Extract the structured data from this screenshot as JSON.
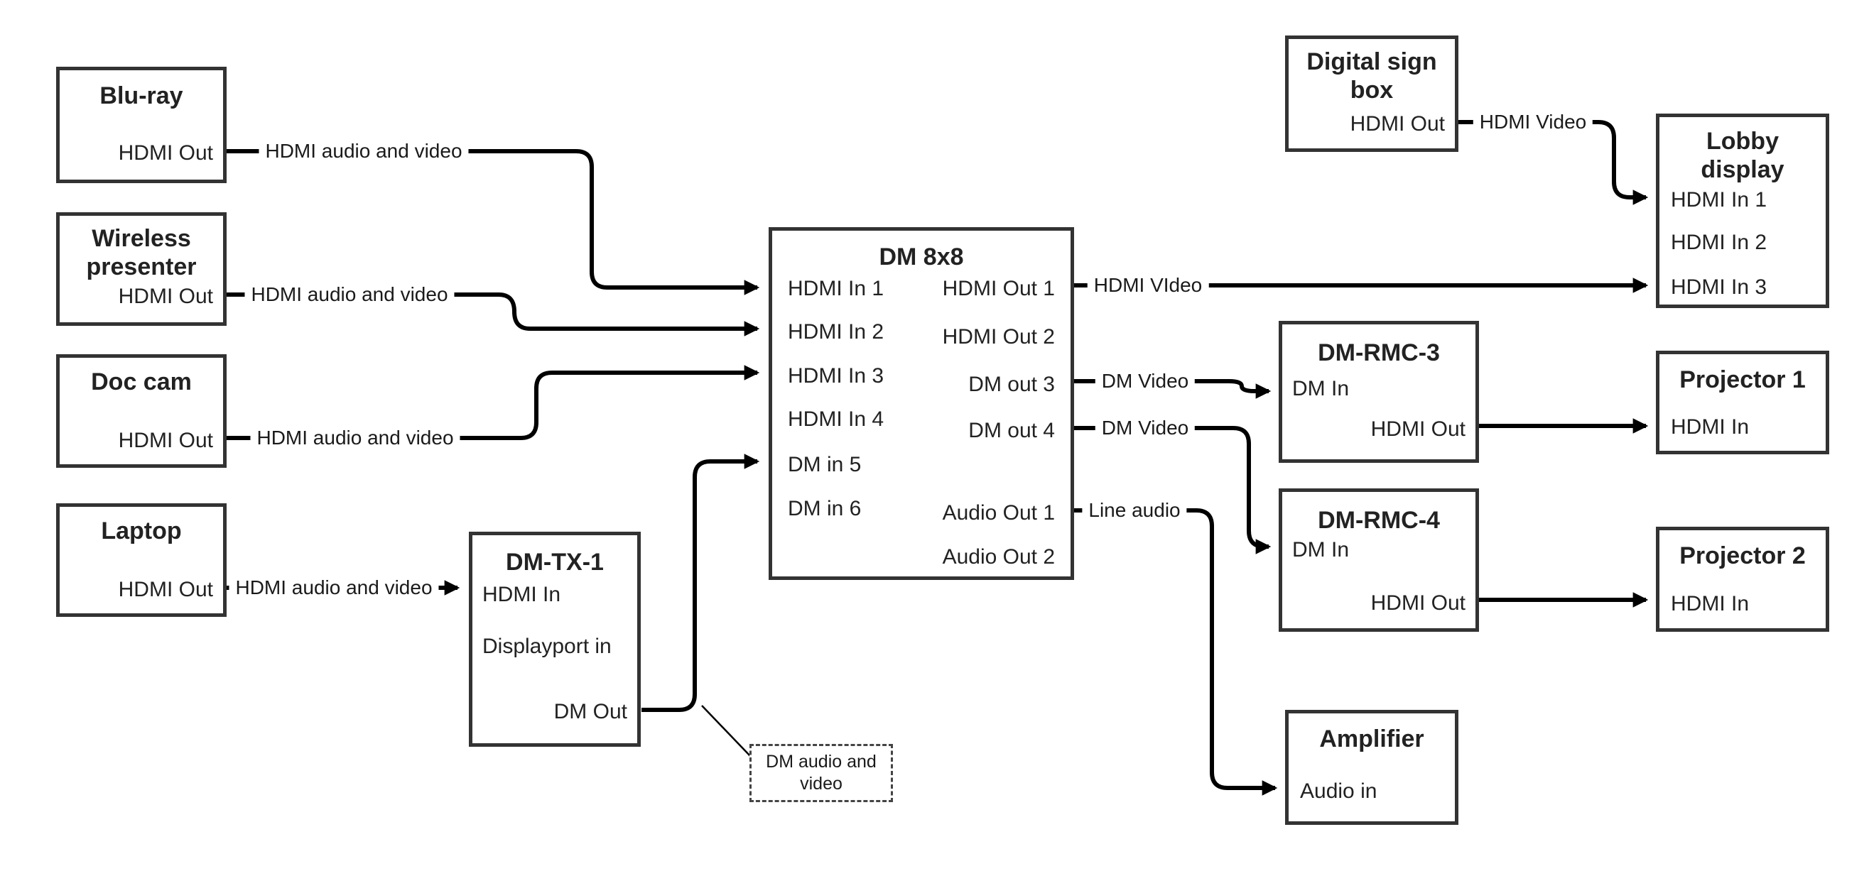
{
  "colors": {
    "wire": "#000000",
    "box_border": "#333333",
    "background": "#ffffff",
    "text": "#1a1a1a"
  },
  "nodes": {
    "bluray": {
      "title": "Blu-ray",
      "port_hdmi_out": "HDMI Out"
    },
    "wireless": {
      "title_lines": [
        "Wireless",
        "presenter"
      ],
      "port_hdmi_out": "HDMI Out"
    },
    "doccam": {
      "title": "Doc cam",
      "port_hdmi_out": "HDMI Out"
    },
    "laptop": {
      "title": "Laptop",
      "port_hdmi_out": "HDMI Out"
    },
    "dmtx1": {
      "title": "DM-TX-1",
      "port_hdmi_in": "HDMI In",
      "port_displayport_in": "Displayport in",
      "port_dm_out": "DM Out"
    },
    "dm8x8": {
      "title": "DM 8x8",
      "left_ports": [
        "HDMI In 1",
        "HDMI In 2",
        "HDMI In 3",
        "HDMI In 4",
        "DM in 5",
        "DM in 6"
      ],
      "right_ports": [
        "HDMI Out 1",
        "HDMI Out 2",
        "DM out 3",
        "DM out 4",
        "Audio Out 1",
        "Audio Out 2"
      ]
    },
    "signbox": {
      "title_lines": [
        "Digital sign",
        "box"
      ],
      "port_hdmi_out": "HDMI Out"
    },
    "lobby": {
      "title_lines": [
        "Lobby",
        "display"
      ],
      "ports": [
        "HDMI In 1",
        "HDMI In 2",
        "HDMI In 3"
      ]
    },
    "dmrmc3": {
      "title": "DM-RMC-3",
      "port_dm_in": "DM In",
      "port_hdmi_out": "HDMI Out"
    },
    "dmrmc4": {
      "title": "DM-RMC-4",
      "port_dm_in": "DM In",
      "port_hdmi_out": "HDMI Out"
    },
    "proj1": {
      "title": "Projector 1",
      "port_hdmi_in": "HDMI In"
    },
    "proj2": {
      "title": "Projector 2",
      "port_hdmi_in": "HDMI In"
    },
    "amp": {
      "title": "Amplifier",
      "port_audio_in": "Audio in"
    }
  },
  "edge_labels": {
    "bluray_to_dm8x8": "HDMI audio and video",
    "wireless_to_dm8x8": "HDMI audio and video",
    "doccam_to_dm8x8": "HDMI audio and video",
    "laptop_to_dmtx1": "HDMI audio and video",
    "dm8x8_out1_to_lobby": "HDMI VIdeo",
    "dm8x8_out3_to_rmc3": "DM Video",
    "dm8x8_out4_to_rmc4": "DM Video",
    "dm8x8_audio1_to_amp": "Line audio",
    "signbox_to_lobby": "HDMI Video"
  },
  "annotation": {
    "lines": [
      "DM audio and",
      "video"
    ]
  }
}
